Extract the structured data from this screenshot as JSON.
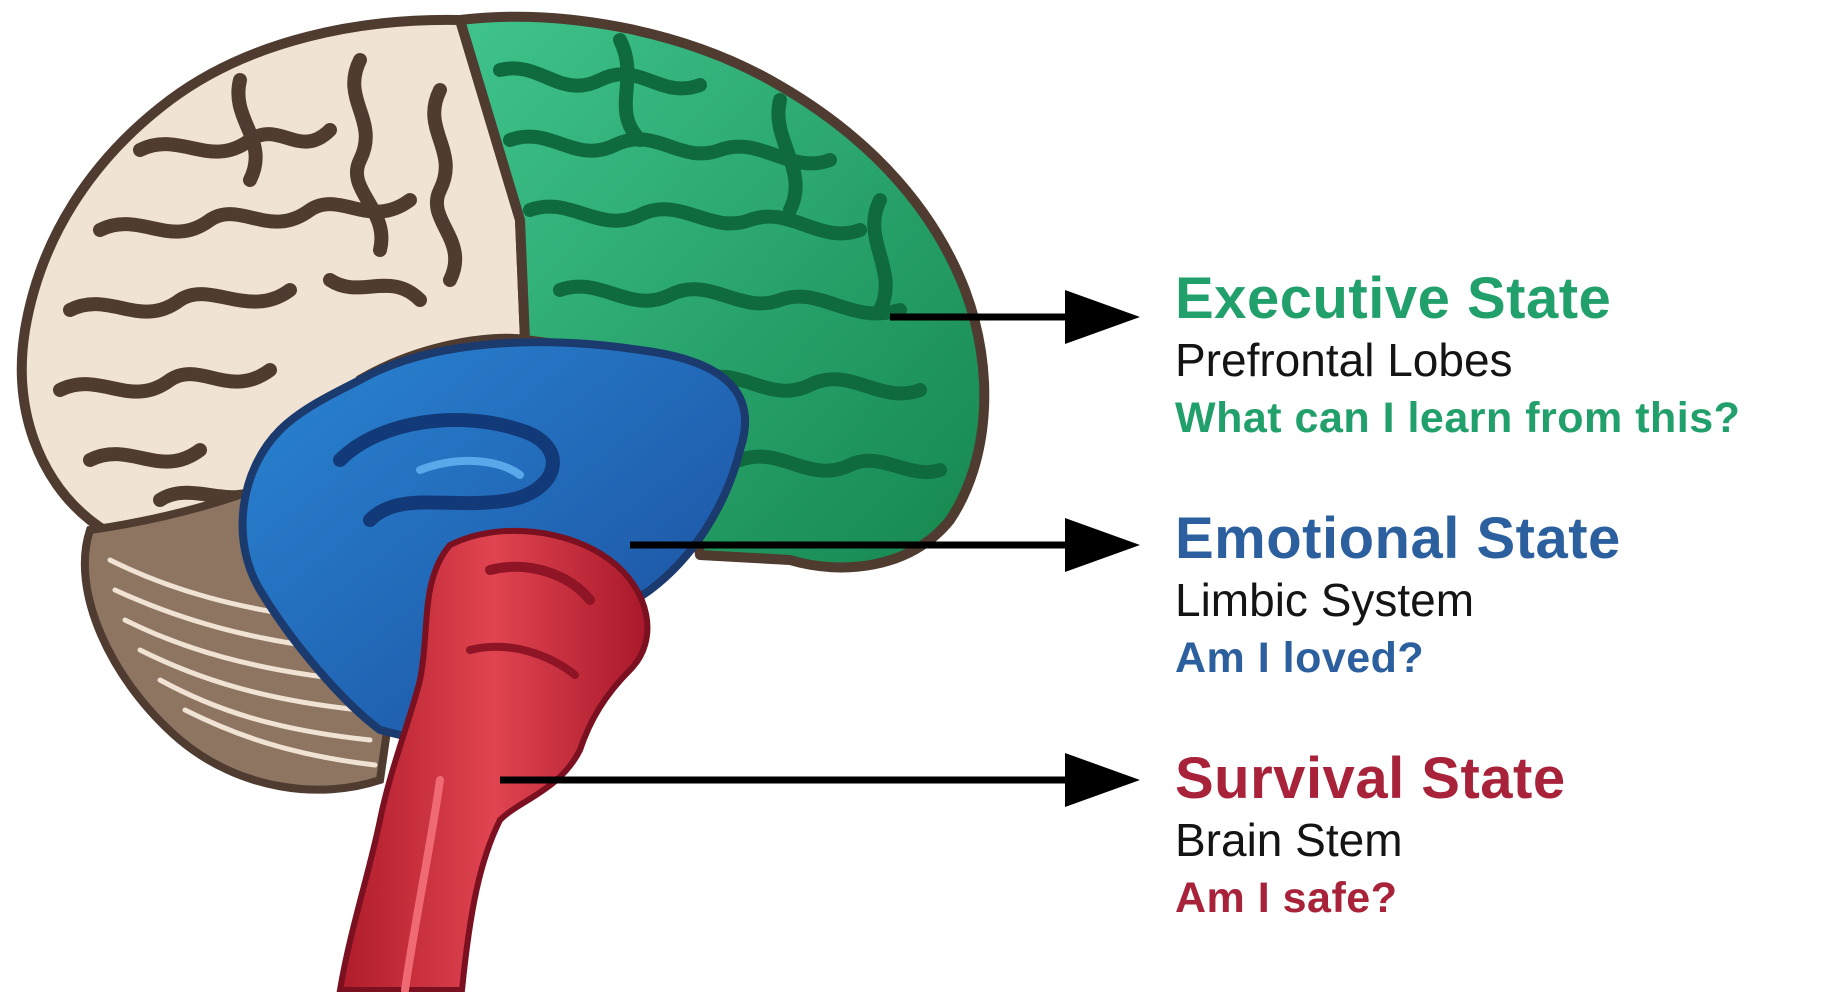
{
  "colors": {
    "executive": "#22a06b",
    "emotional": "#2b5f9e",
    "survival": "#a8233a",
    "cortex": "#f1e3d3",
    "outline": "#4f3b2f",
    "cerebellum": "#8d7561",
    "arrow": "#000000",
    "region_text": "#141414"
  },
  "states": [
    {
      "title": "Executive State",
      "region": "Prefrontal Lobes",
      "question": "What can I learn from this?"
    },
    {
      "title": "Emotional State",
      "region": "Limbic System",
      "question": "Am I loved?"
    },
    {
      "title": "Survival State",
      "region": "Brain Stem",
      "question": "Am I safe?"
    }
  ]
}
